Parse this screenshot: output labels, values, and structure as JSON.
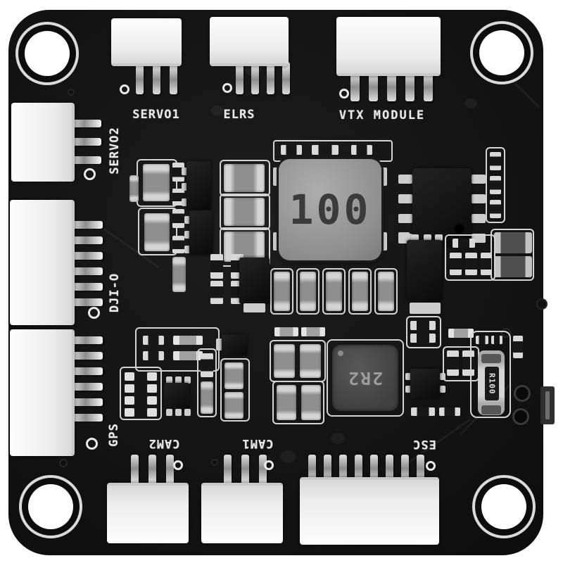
{
  "scene": {
    "background_color": "#ffffff",
    "pcb_color": "#151515",
    "silkscreen_color": "#d4d4d4",
    "connector_color": "#ececec"
  },
  "connectors": {
    "top": [
      {
        "label": "SERVO1",
        "pins": 3
      },
      {
        "label": "ELRS",
        "pins": 4
      },
      {
        "label": "VTX MODULE",
        "pins": 5
      }
    ],
    "left": [
      {
        "label": "SERVO2",
        "pins": 3
      },
      {
        "label": "DJI-O",
        "pins": 6
      },
      {
        "label": "GPS",
        "pins": 6
      }
    ],
    "bottom": [
      {
        "label": "CAM2",
        "pins": 3
      },
      {
        "label": "CAM1",
        "pins": 3
      },
      {
        "label": "ESC",
        "pins": 8
      }
    ]
  },
  "components": {
    "power_inductor": {
      "marking": "100",
      "body_color": "#8e8e8e",
      "text_color": "#3b3b3b"
    },
    "small_inductor": {
      "marking": "2R2",
      "body_color": "#404040",
      "text_color": "#9b9b9b"
    },
    "shunt_resistor": {
      "marking": "R100"
    }
  }
}
